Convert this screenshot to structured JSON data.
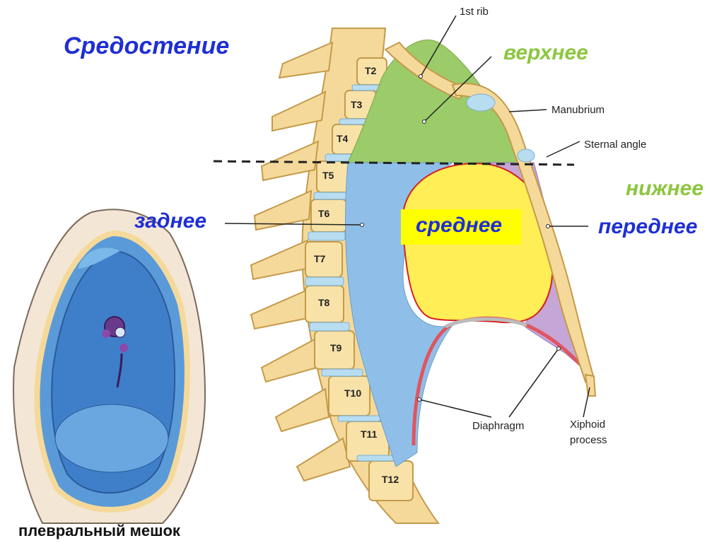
{
  "title": "Средостение",
  "regions": {
    "superior": "верхнее",
    "inferior": "нижнее",
    "posterior": "заднее",
    "middle": "среднее",
    "anterior": "переднее"
  },
  "labels": {
    "first_rib": "1st rib",
    "manubrium": "Manubrium",
    "sternal_angle": "Sternal angle",
    "diaphragm": "Diaphragm",
    "xiphoid_line1": "Xiphoid",
    "xiphoid_line2": "process"
  },
  "vertebrae": [
    "T2",
    "T3",
    "T4",
    "T5",
    "T6",
    "T7",
    "T8",
    "T9",
    "T10",
    "T11",
    "T12"
  ],
  "pleural_sac": "плевральный мешок",
  "colors": {
    "superior": "#9ccb6a",
    "posterior": "#8fbfe8",
    "middle": "#ffee55",
    "anterior": "#c5a6d6",
    "bone": "#f5d99a",
    "diaphragm": "#e05560",
    "title": "#1f2fd4",
    "green_label": "#8cc63f"
  }
}
